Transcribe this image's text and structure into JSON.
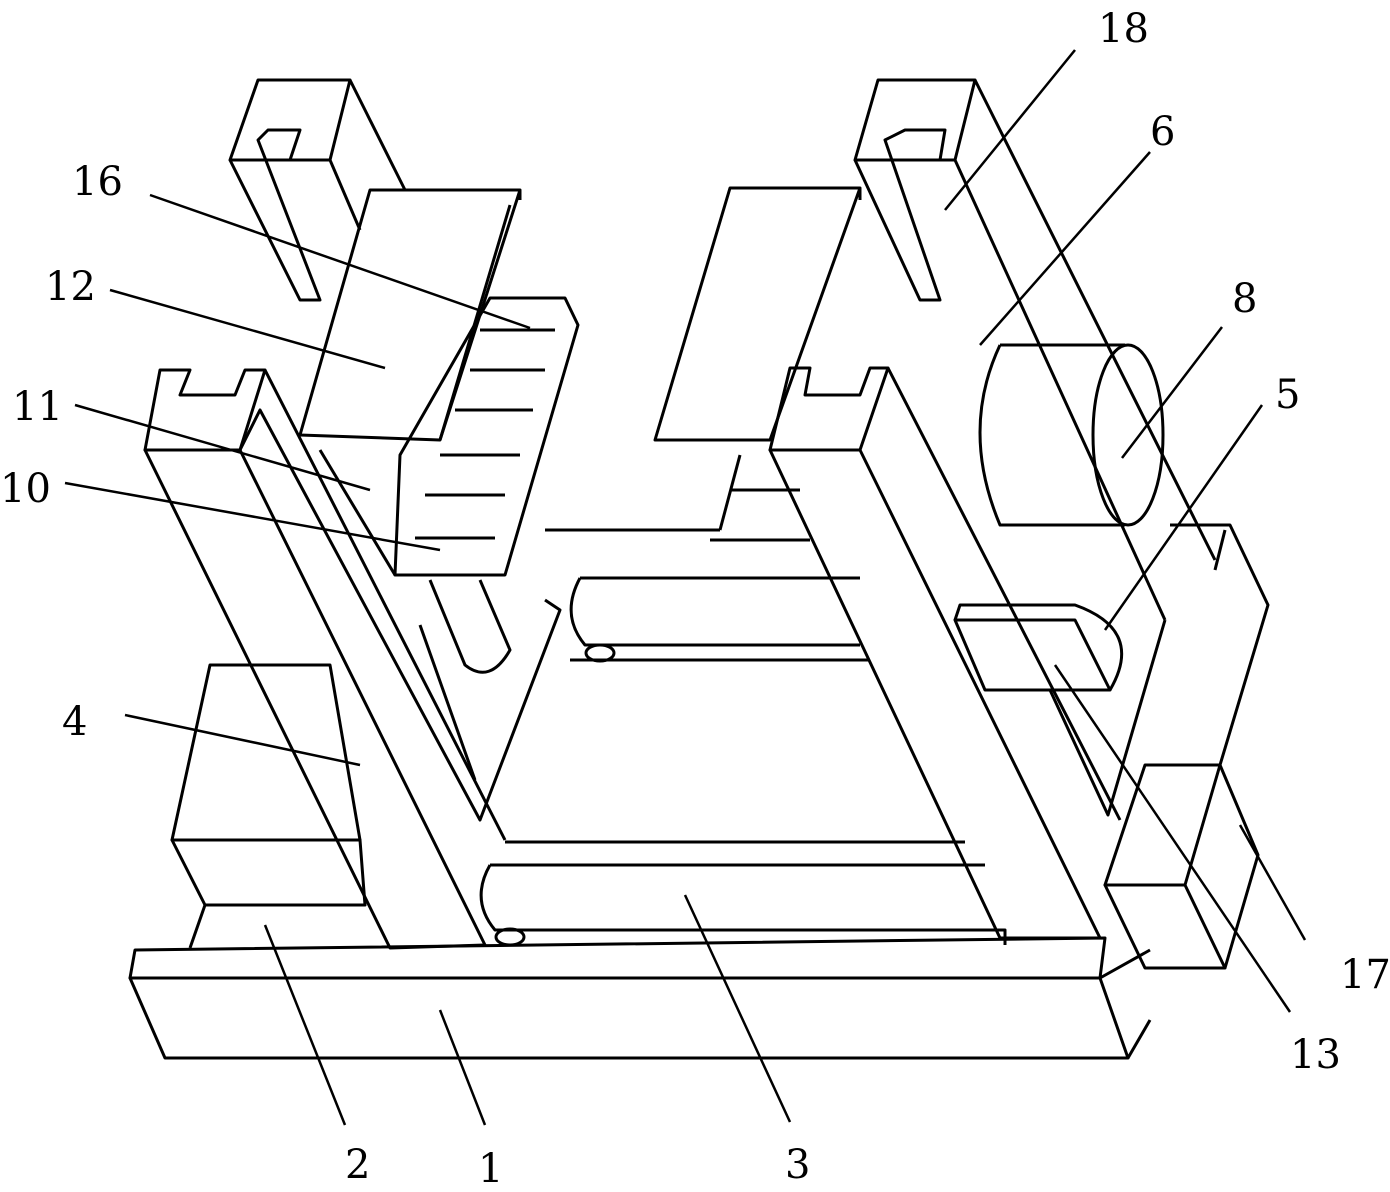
{
  "figure": {
    "labels": {
      "l1": "1",
      "l2": "2",
      "l3": "3",
      "l4": "4",
      "l5": "5",
      "l6": "6",
      "l8": "8",
      "l10": "10",
      "l11": "11",
      "l12": "12",
      "l13": "13",
      "l16": "16",
      "l17": "17",
      "l18": "18"
    }
  }
}
